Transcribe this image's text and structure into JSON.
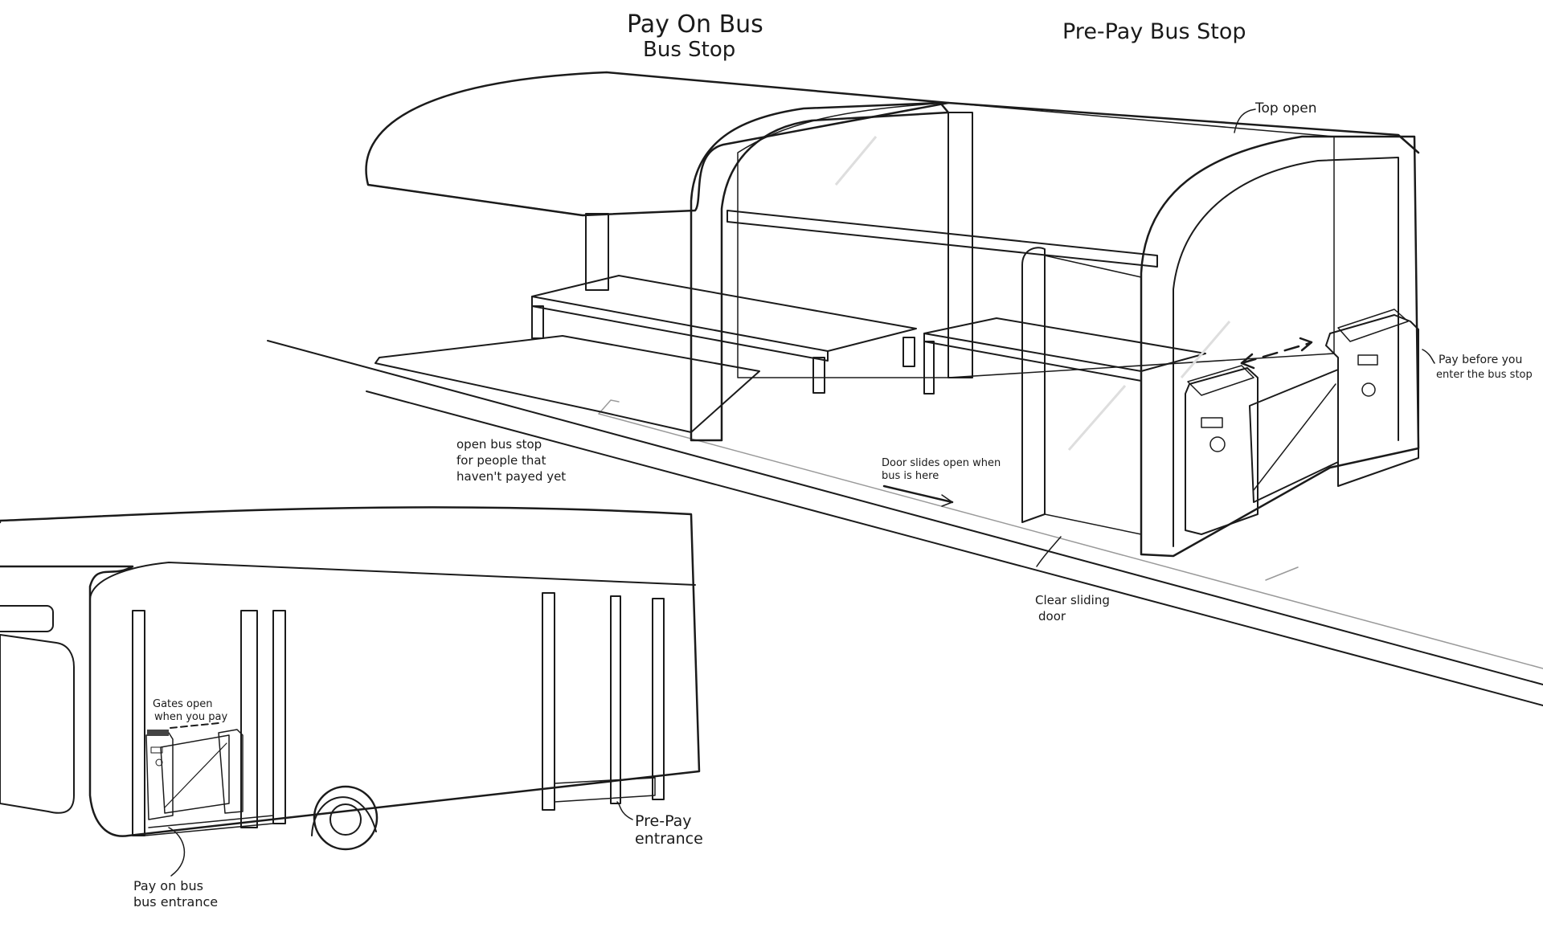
{
  "titles": {
    "pay_on_bus_line1": "Pay On Bus",
    "pay_on_bus_line2": "Bus Stop",
    "pre_pay": "Pre-Pay Bus Stop"
  },
  "annotations": {
    "top_open": "Top open",
    "pay_before_line1": "Pay before you",
    "pay_before_line2": "enter the bus stop",
    "open_stop_line1": "open bus stop",
    "open_stop_line2": "for people that",
    "open_stop_line3": "haven't payed yet",
    "door_slides_line1": "Door slides open when",
    "door_slides_line2": "bus is here",
    "clear_door_line1": "Clear sliding",
    "clear_door_line2": "door",
    "gates_open_line1": "Gates open",
    "gates_open_line2": "when you pay",
    "pay_on_bus_entrance_line1": "Pay on bus",
    "pay_on_bus_entrance_line2": "bus entrance",
    "pre_pay_entrance_line1": "Pre-Pay",
    "pre_pay_entrance_line2": "entrance"
  },
  "colors": {
    "roof": "#c9c9c9",
    "frame": "#d4d4d4",
    "glass": "#f4f4f4",
    "gate_panel": "#f6efc8",
    "turnstile": "#b9b9b9",
    "button": "#7ea6d8"
  }
}
